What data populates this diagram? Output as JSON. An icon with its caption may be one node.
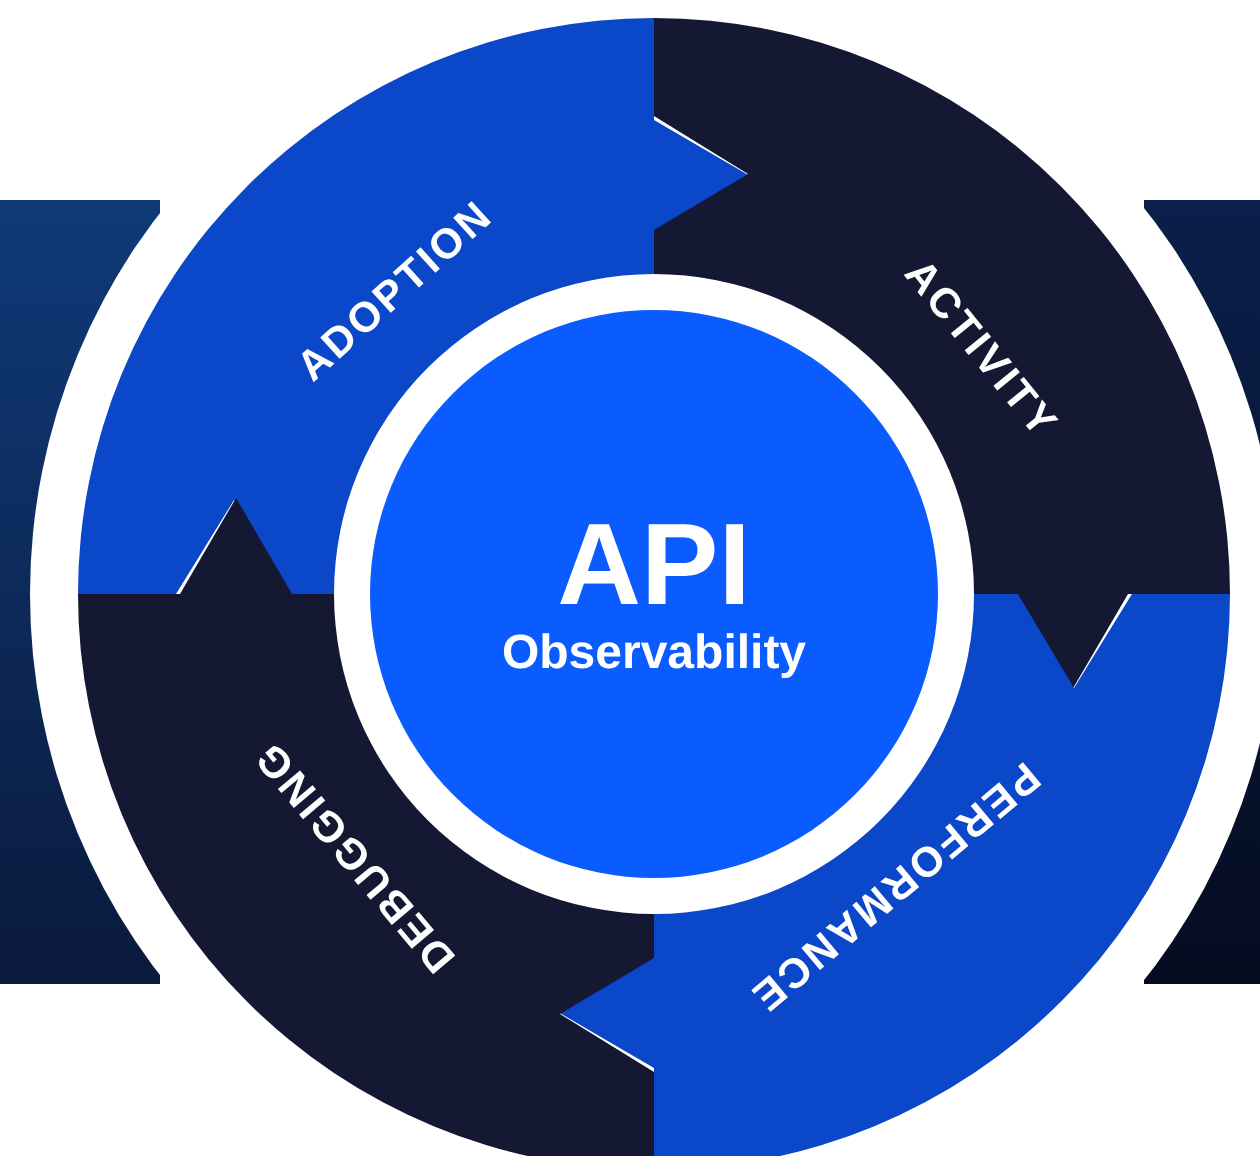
{
  "diagram": {
    "nodes": [
      {
        "text": [
          "ADOPTION"
        ]
      },
      {
        "text": [
          "ACTIVITY"
        ]
      },
      {
        "text": [
          "PERFORMANCE"
        ]
      },
      {
        "text": [
          "DEBUGGING"
        ]
      },
      {
        "text": [
          "API",
          "Observability"
        ]
      }
    ]
  }
}
